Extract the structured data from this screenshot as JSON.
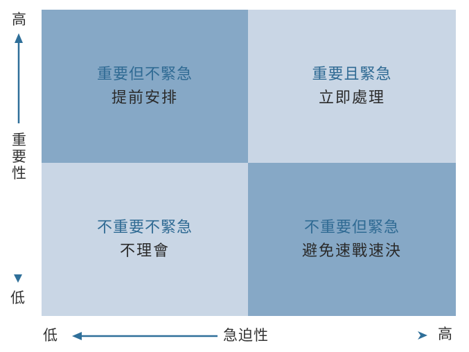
{
  "matrix": {
    "quadrants": [
      {
        "position": "top-left",
        "title": "重要但不緊急",
        "action": "提前安排",
        "color": "#86a8c6"
      },
      {
        "position": "top-right",
        "title": "重要且緊急",
        "action": "立即處理",
        "color": "#c9d6e5"
      },
      {
        "position": "bottom-left",
        "title": "不重要不緊急",
        "action": "不理會",
        "color": "#c9d6e5"
      },
      {
        "position": "bottom-right",
        "title": "不重要但緊急",
        "action": "避免速戰速決",
        "color": "#86a8c6"
      }
    ]
  },
  "y_axis": {
    "label": "重要性",
    "label_chars": [
      "重",
      "要",
      "性"
    ],
    "high": "高",
    "low": "低"
  },
  "x_axis": {
    "label": "急迫性",
    "high": "高",
    "low": "低"
  },
  "colors": {
    "title": "#2f6a93",
    "arrow": "#2f6f99",
    "dark_quadrant": "#86a8c6",
    "light_quadrant": "#c9d6e5"
  }
}
